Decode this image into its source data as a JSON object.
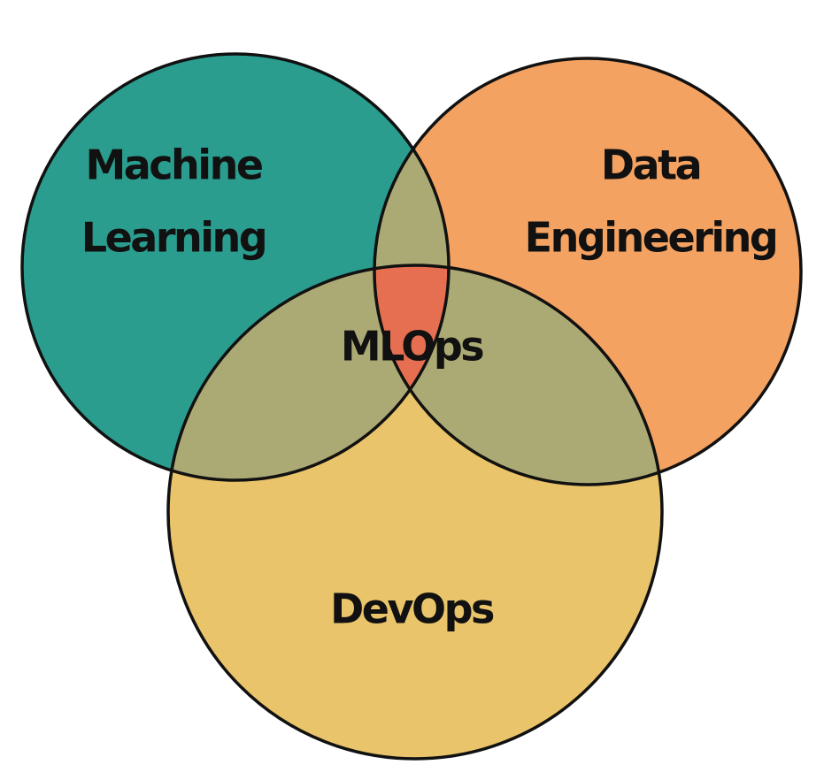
{
  "sets": {
    "machine_learning": {
      "lines": [
        "Machine",
        "Learning"
      ],
      "color": "#2a9d8f"
    },
    "data_engineering": {
      "lines": [
        "Data",
        "Engineering"
      ],
      "color": "#f4a261"
    },
    "devops": {
      "lines": [
        "DevOps"
      ],
      "color": "#e9c46a"
    }
  },
  "intersections": {
    "pairwise_color": "#acaa74",
    "center": {
      "label": "MLOps",
      "color": "#e76f51"
    }
  },
  "outline_color": "#111111"
}
